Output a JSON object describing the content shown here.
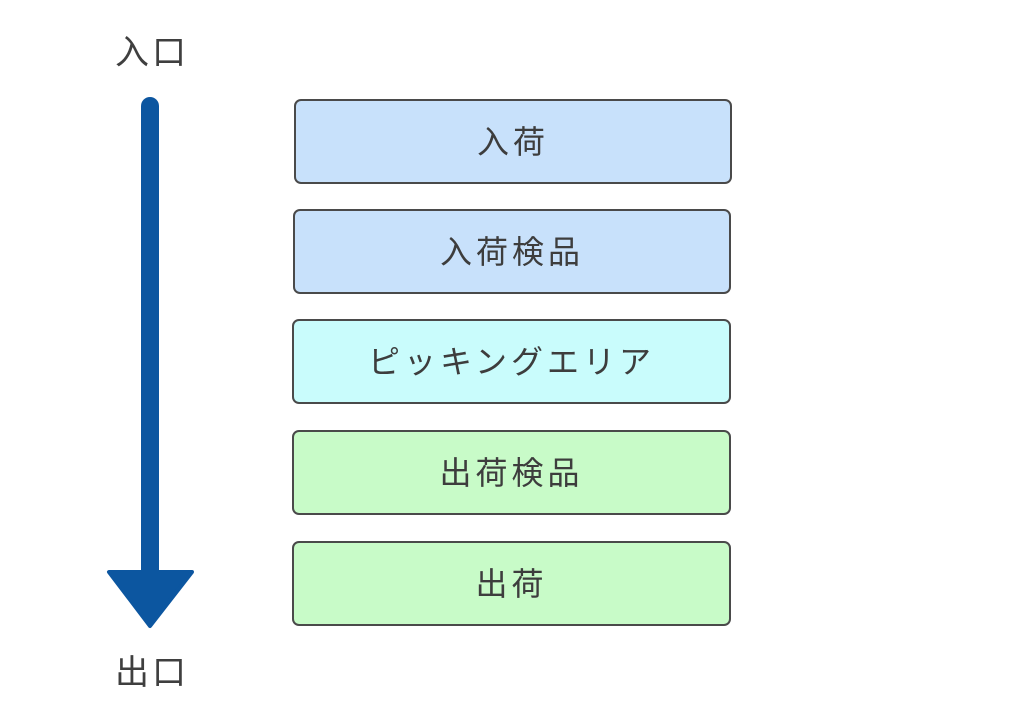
{
  "flow": {
    "start_label": "入口",
    "end_label": "出口",
    "arrow_color": "#0c56a0"
  },
  "stages": [
    {
      "label": "入荷",
      "fill": "#c8e1fb"
    },
    {
      "label": "入荷検品",
      "fill": "#c8e1fb"
    },
    {
      "label": "ピッキングエリア",
      "fill": "#c9fcfc"
    },
    {
      "label": "出荷検品",
      "fill": "#c8fbc8"
    },
    {
      "label": "出荷",
      "fill": "#c8fbc8"
    }
  ]
}
